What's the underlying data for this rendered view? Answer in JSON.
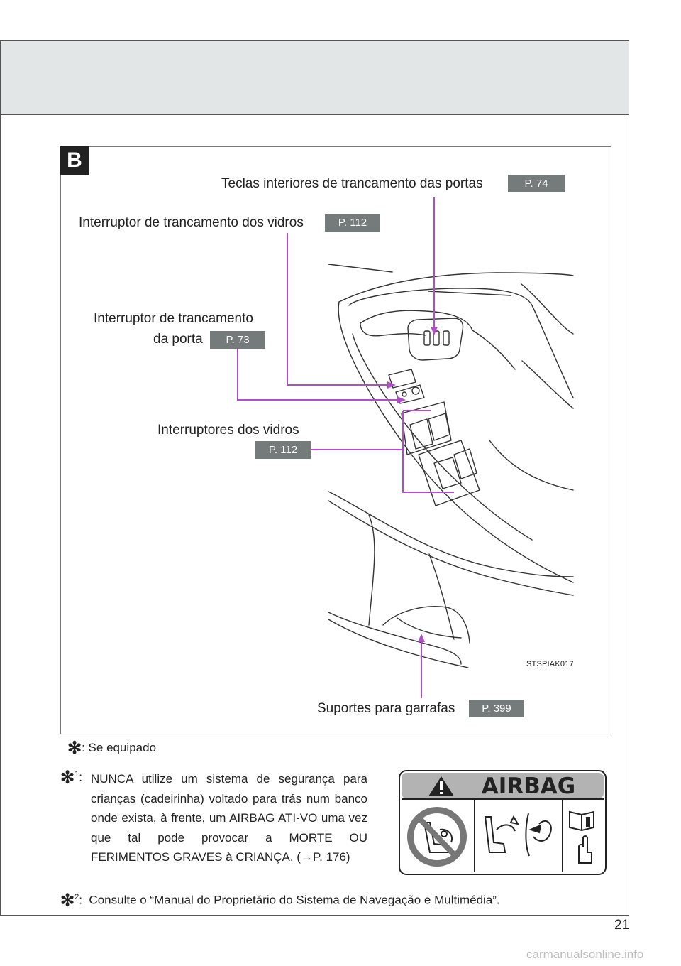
{
  "section_letter": "B",
  "labels": {
    "door_lock_keys": {
      "text": "Teclas interiores de trancamento das portas",
      "page": "P. 74"
    },
    "window_lock_switch": {
      "text": "Interruptor de trancamento dos vidros",
      "page": "P. 112"
    },
    "door_lock_switch": {
      "line1": "Interruptor de trancamento",
      "line2": "da porta",
      "page": "P. 73"
    },
    "power_window_switches": {
      "text": "Interruptores dos vidros",
      "page": "P. 112"
    },
    "bottle_holders": {
      "text": "Suportes para garrafas",
      "page": "P. 399"
    }
  },
  "image_code": "STSPIAK017",
  "footnotes": {
    "equipped": {
      "symbol": "✻",
      "text": ": Se equipado"
    },
    "note1": {
      "symbol": "✻",
      "sup": "1",
      "colon": ":",
      "text": "NUNCA utilize um sistema de segurança para crianças (cadeirinha) voltado para trás num banco onde exista, à frente, um AIRBAG ATI-VO uma vez que tal pode provocar a MORTE OU FERIMENTOS GRAVES à CRIANÇA. (→P. 176)"
    },
    "note2": {
      "symbol": "✻",
      "sup": "2",
      "colon": ":",
      "text": "Consulte o “Manual do Proprietário do Sistema de Navegação e Multimédia”."
    }
  },
  "airbag_label": {
    "title": "AIRBAG"
  },
  "page_number": "21",
  "watermark": "carmanualsonline.info",
  "colors": {
    "leader_line": "#b24cc9",
    "page_ref_bg": "#757a7a",
    "header_band": "#e3e6e6"
  }
}
